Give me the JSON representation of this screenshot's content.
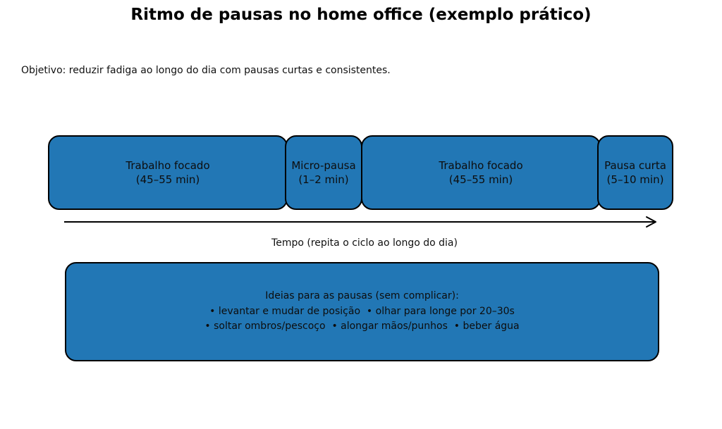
{
  "header": {
    "title": "Ritmo de pausas no home office (exemplo prático)",
    "objective": "Objetivo: reduzir fadiga ao longo do dia com pausas curtas e consistentes."
  },
  "timeline": {
    "segments": [
      {
        "name": "Trabalho focado",
        "duration": "(45–55 min)"
      },
      {
        "name": "Micro-pausa",
        "duration": "(1–2 min)"
      },
      {
        "name": "Trabalho focado",
        "duration": "(45–55 min)"
      },
      {
        "name": "Pausa curta",
        "duration": "(5–10 min)"
      }
    ],
    "axis_label": "Tempo (repita o ciclo ao longo do dia)"
  },
  "ideas_box": {
    "heading": "Ideias para as pausas (sem complicar):",
    "lines": [
      "• levantar e mudar de posição  • olhar para longe por 20–30s",
      "• soltar ombros/pescoço  • alongar mãos/punhos  • beber água"
    ]
  },
  "colors": {
    "box_fill": "#2277b5",
    "box_border": "#000000",
    "text": "#101010",
    "background": "#ffffff"
  }
}
